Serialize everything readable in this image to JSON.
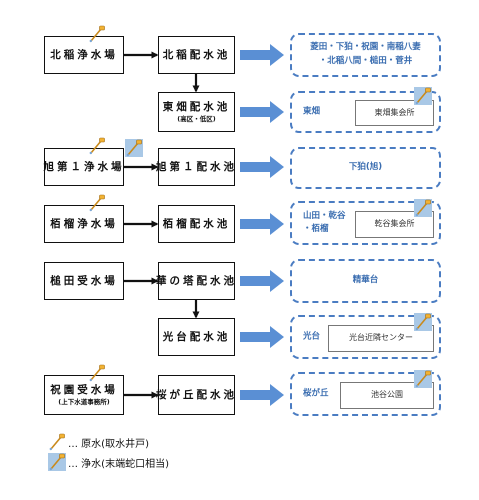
{
  "sources": [
    {
      "name": "北稲浄水場",
      "sub": ""
    },
    {
      "name": "旭第１浄水場",
      "sub": ""
    },
    {
      "name": "栢榴浄水場",
      "sub": ""
    },
    {
      "name": "槌田受水場",
      "sub": ""
    },
    {
      "name": "祝園受水場",
      "sub": "(上下水道事務所)"
    }
  ],
  "reservoirs": [
    {
      "name": "北稲配水池",
      "sub": ""
    },
    {
      "name": "東畑配水池",
      "sub": "(高区・低区)"
    },
    {
      "name": "旭第１配水池",
      "sub": ""
    },
    {
      "name": "栢榴配水池",
      "sub": ""
    },
    {
      "name": "華の塔配水池",
      "sub": ""
    },
    {
      "name": "光台配水池",
      "sub": ""
    },
    {
      "name": "桜が丘配水池",
      "sub": ""
    }
  ],
  "destinations": [
    {
      "area": "菱田・下狛・祝園・南稲八妻\n・北稲八間・槌田・菅井",
      "location": ""
    },
    {
      "area": "東畑",
      "location": "東畑集会所"
    },
    {
      "area": "下狛(旭)",
      "location": ""
    },
    {
      "area": "山田・乾谷\n・栢榴",
      "location": "乾谷集会所"
    },
    {
      "area": "精華台",
      "location": ""
    },
    {
      "area": "光台",
      "location": "光台近隣センター"
    },
    {
      "area": "桜が丘",
      "location": "池谷公園"
    }
  ],
  "legend": {
    "raw": "… 原水(取水井戸)",
    "treated": "… 浄水(末端蛇口相当)"
  },
  "colors": {
    "box_border": "#111111",
    "arrow": "#111111",
    "block_arrow": "#5a8fd4",
    "dashed_border": "#4a7cc2",
    "treated_icon_bg": "#a9c8e6"
  },
  "icons": [
    "raw-water-icon",
    "treated-water-icon"
  ]
}
